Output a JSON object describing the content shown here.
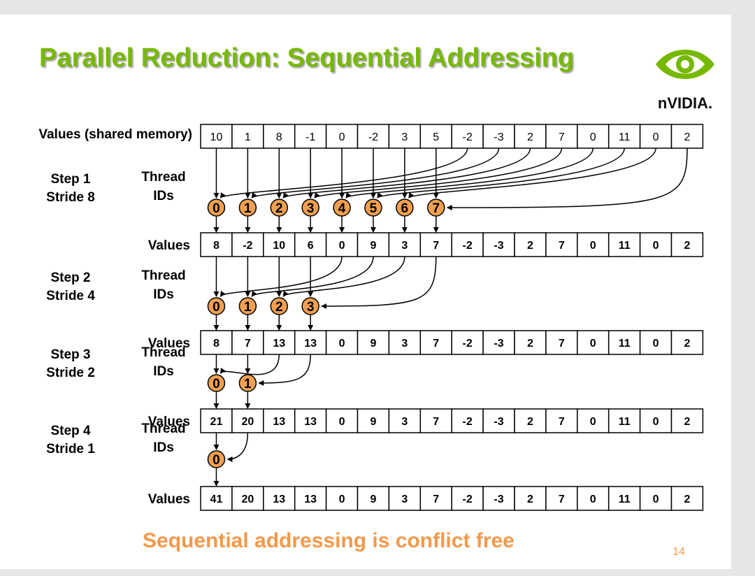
{
  "title": "Parallel Reduction: Sequential Addressing",
  "logo_text": "nVIDIA.",
  "values_label": "Values (shared memory)",
  "thread_label_1": "Thread",
  "thread_label_2": "IDs",
  "row_label": "Values",
  "steps": [
    {
      "step": "Step 1",
      "stride": "Stride 8",
      "threads": [
        "0",
        "1",
        "2",
        "3",
        "4",
        "5",
        "6",
        "7"
      ]
    },
    {
      "step": "Step 2",
      "stride": "Stride 4",
      "threads": [
        "0",
        "1",
        "2",
        "3"
      ]
    },
    {
      "step": "Step 3",
      "stride": "Stride 2",
      "threads": [
        "0",
        "1"
      ]
    },
    {
      "step": "Step 4",
      "stride": "Stride 1",
      "threads": [
        "0"
      ]
    }
  ],
  "rows": [
    [
      "10",
      "1",
      "8",
      "-1",
      "0",
      "-2",
      "3",
      "5",
      "-2",
      "-3",
      "2",
      "7",
      "0",
      "11",
      "0",
      "2"
    ],
    [
      "8",
      "-2",
      "10",
      "6",
      "0",
      "9",
      "3",
      "7",
      "-2",
      "-3",
      "2",
      "7",
      "0",
      "11",
      "0",
      "2"
    ],
    [
      "8",
      "7",
      "13",
      "13",
      "0",
      "9",
      "3",
      "7",
      "-2",
      "-3",
      "2",
      "7",
      "0",
      "11",
      "0",
      "2"
    ],
    [
      "21",
      "20",
      "13",
      "13",
      "0",
      "9",
      "3",
      "7",
      "-2",
      "-3",
      "2",
      "7",
      "0",
      "11",
      "0",
      "2"
    ],
    [
      "41",
      "20",
      "13",
      "13",
      "0",
      "9",
      "3",
      "7",
      "-2",
      "-3",
      "2",
      "7",
      "0",
      "11",
      "0",
      "2"
    ]
  ],
  "footer": "Sequential addressing is conflict free",
  "page_number": "14",
  "colors": {
    "title": "#76b900",
    "footer": "#f3994b",
    "thread_circle": "#f0a050"
  }
}
